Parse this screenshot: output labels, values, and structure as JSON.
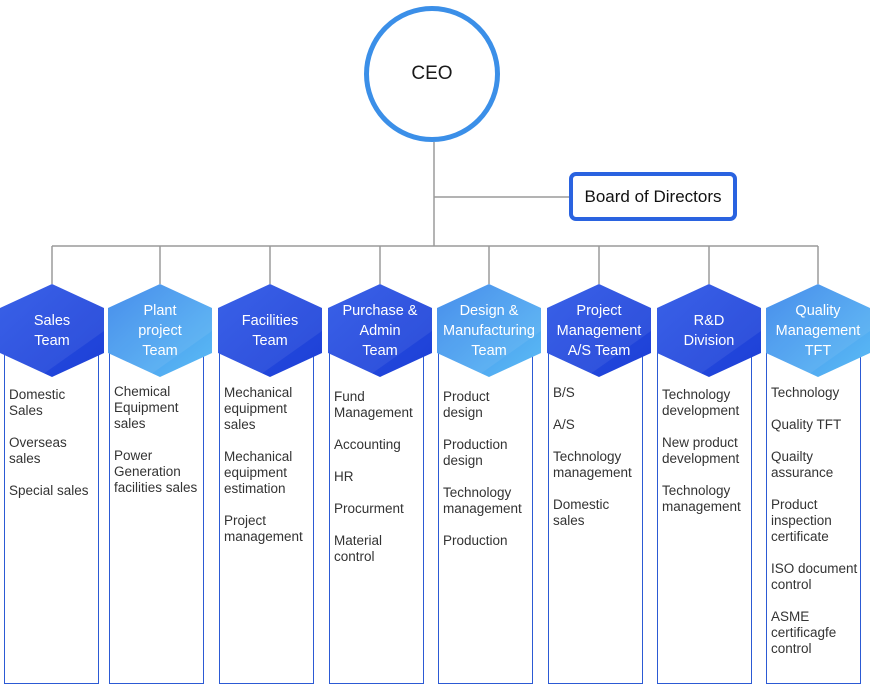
{
  "ceo": "CEO",
  "board": "Board of Directors",
  "colors": {
    "line": "#9a9a9a",
    "border": "#2c5ad4",
    "hex_dark": "#1f4fe0",
    "hex_light": "#4aa8f0"
  },
  "teams": [
    {
      "name": "Sales Team",
      "lines": [
        "Sales",
        "Team"
      ],
      "style": "dark",
      "items": [
        "Domestic Sales",
        "Overseas sales",
        "Special sales"
      ]
    },
    {
      "name": "Plant project Team",
      "lines": [
        "Plant",
        "project",
        "Team"
      ],
      "style": "light",
      "items": [
        "Chemical Equipment sales",
        "Power Generation facilities sales"
      ]
    },
    {
      "name": "Facilities Team",
      "lines": [
        "Facilities",
        "Team"
      ],
      "style": "dark",
      "items": [
        "Mechanical equipment sales",
        "Mechanical equipment estimation",
        "Project management"
      ]
    },
    {
      "name": "Purchase & Admin Team",
      "lines": [
        "Purchase &",
        "Admin",
        "Team"
      ],
      "style": "dark",
      "items": [
        "Fund Management",
        "Accounting",
        "HR",
        "Procurment",
        "Material control"
      ]
    },
    {
      "name": "Design & Manufacturing Team",
      "lines": [
        "Design &",
        "Manufacturing",
        "Team"
      ],
      "style": "light",
      "items": [
        "Product design",
        "Production design",
        "Technology management",
        "Production"
      ]
    },
    {
      "name": "Project Management A/S Team",
      "lines": [
        "Project",
        "Management",
        "A/S Team"
      ],
      "style": "dark",
      "items": [
        "B/S",
        "A/S",
        "Technology management",
        "Domestic sales"
      ]
    },
    {
      "name": "R&D Division",
      "lines": [
        "R&D",
        "Division"
      ],
      "style": "dark",
      "items": [
        "Technology development",
        "New product development",
        "Technology management"
      ]
    },
    {
      "name": "Quality Management TFT",
      "lines": [
        "Quality",
        "Management",
        "TFT"
      ],
      "style": "light",
      "items": [
        "Technology",
        "Quality TFT",
        "Quailty assurance",
        "Product inspection certificate",
        "ISO document control",
        "ASME certificagfe control"
      ]
    }
  ]
}
